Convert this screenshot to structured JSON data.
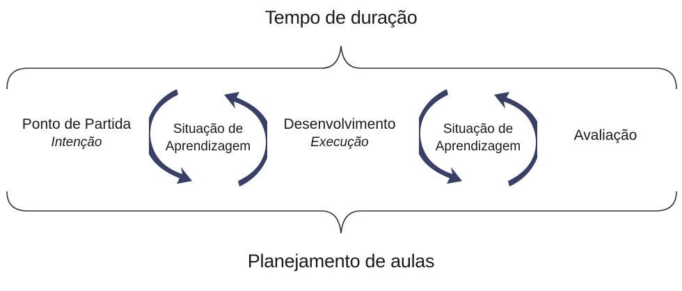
{
  "diagram": {
    "top_label": "Tempo de duração",
    "bottom_label": "Planejamento de aulas",
    "stages": [
      {
        "title": "Ponto de Partida",
        "subtitle": "Intenção"
      },
      {
        "title": "Desenvolvimento",
        "subtitle": "Execução"
      },
      {
        "title": "Avaliação"
      }
    ],
    "cycles": [
      {
        "line1": "Situação de",
        "line2": "Aprendizagem"
      },
      {
        "line1": "Situação de",
        "line2": "Aprendizagem"
      }
    ],
    "colors": {
      "arrow": "#3a3f66",
      "brace": "#333333",
      "text": "#1a1a1a"
    }
  }
}
